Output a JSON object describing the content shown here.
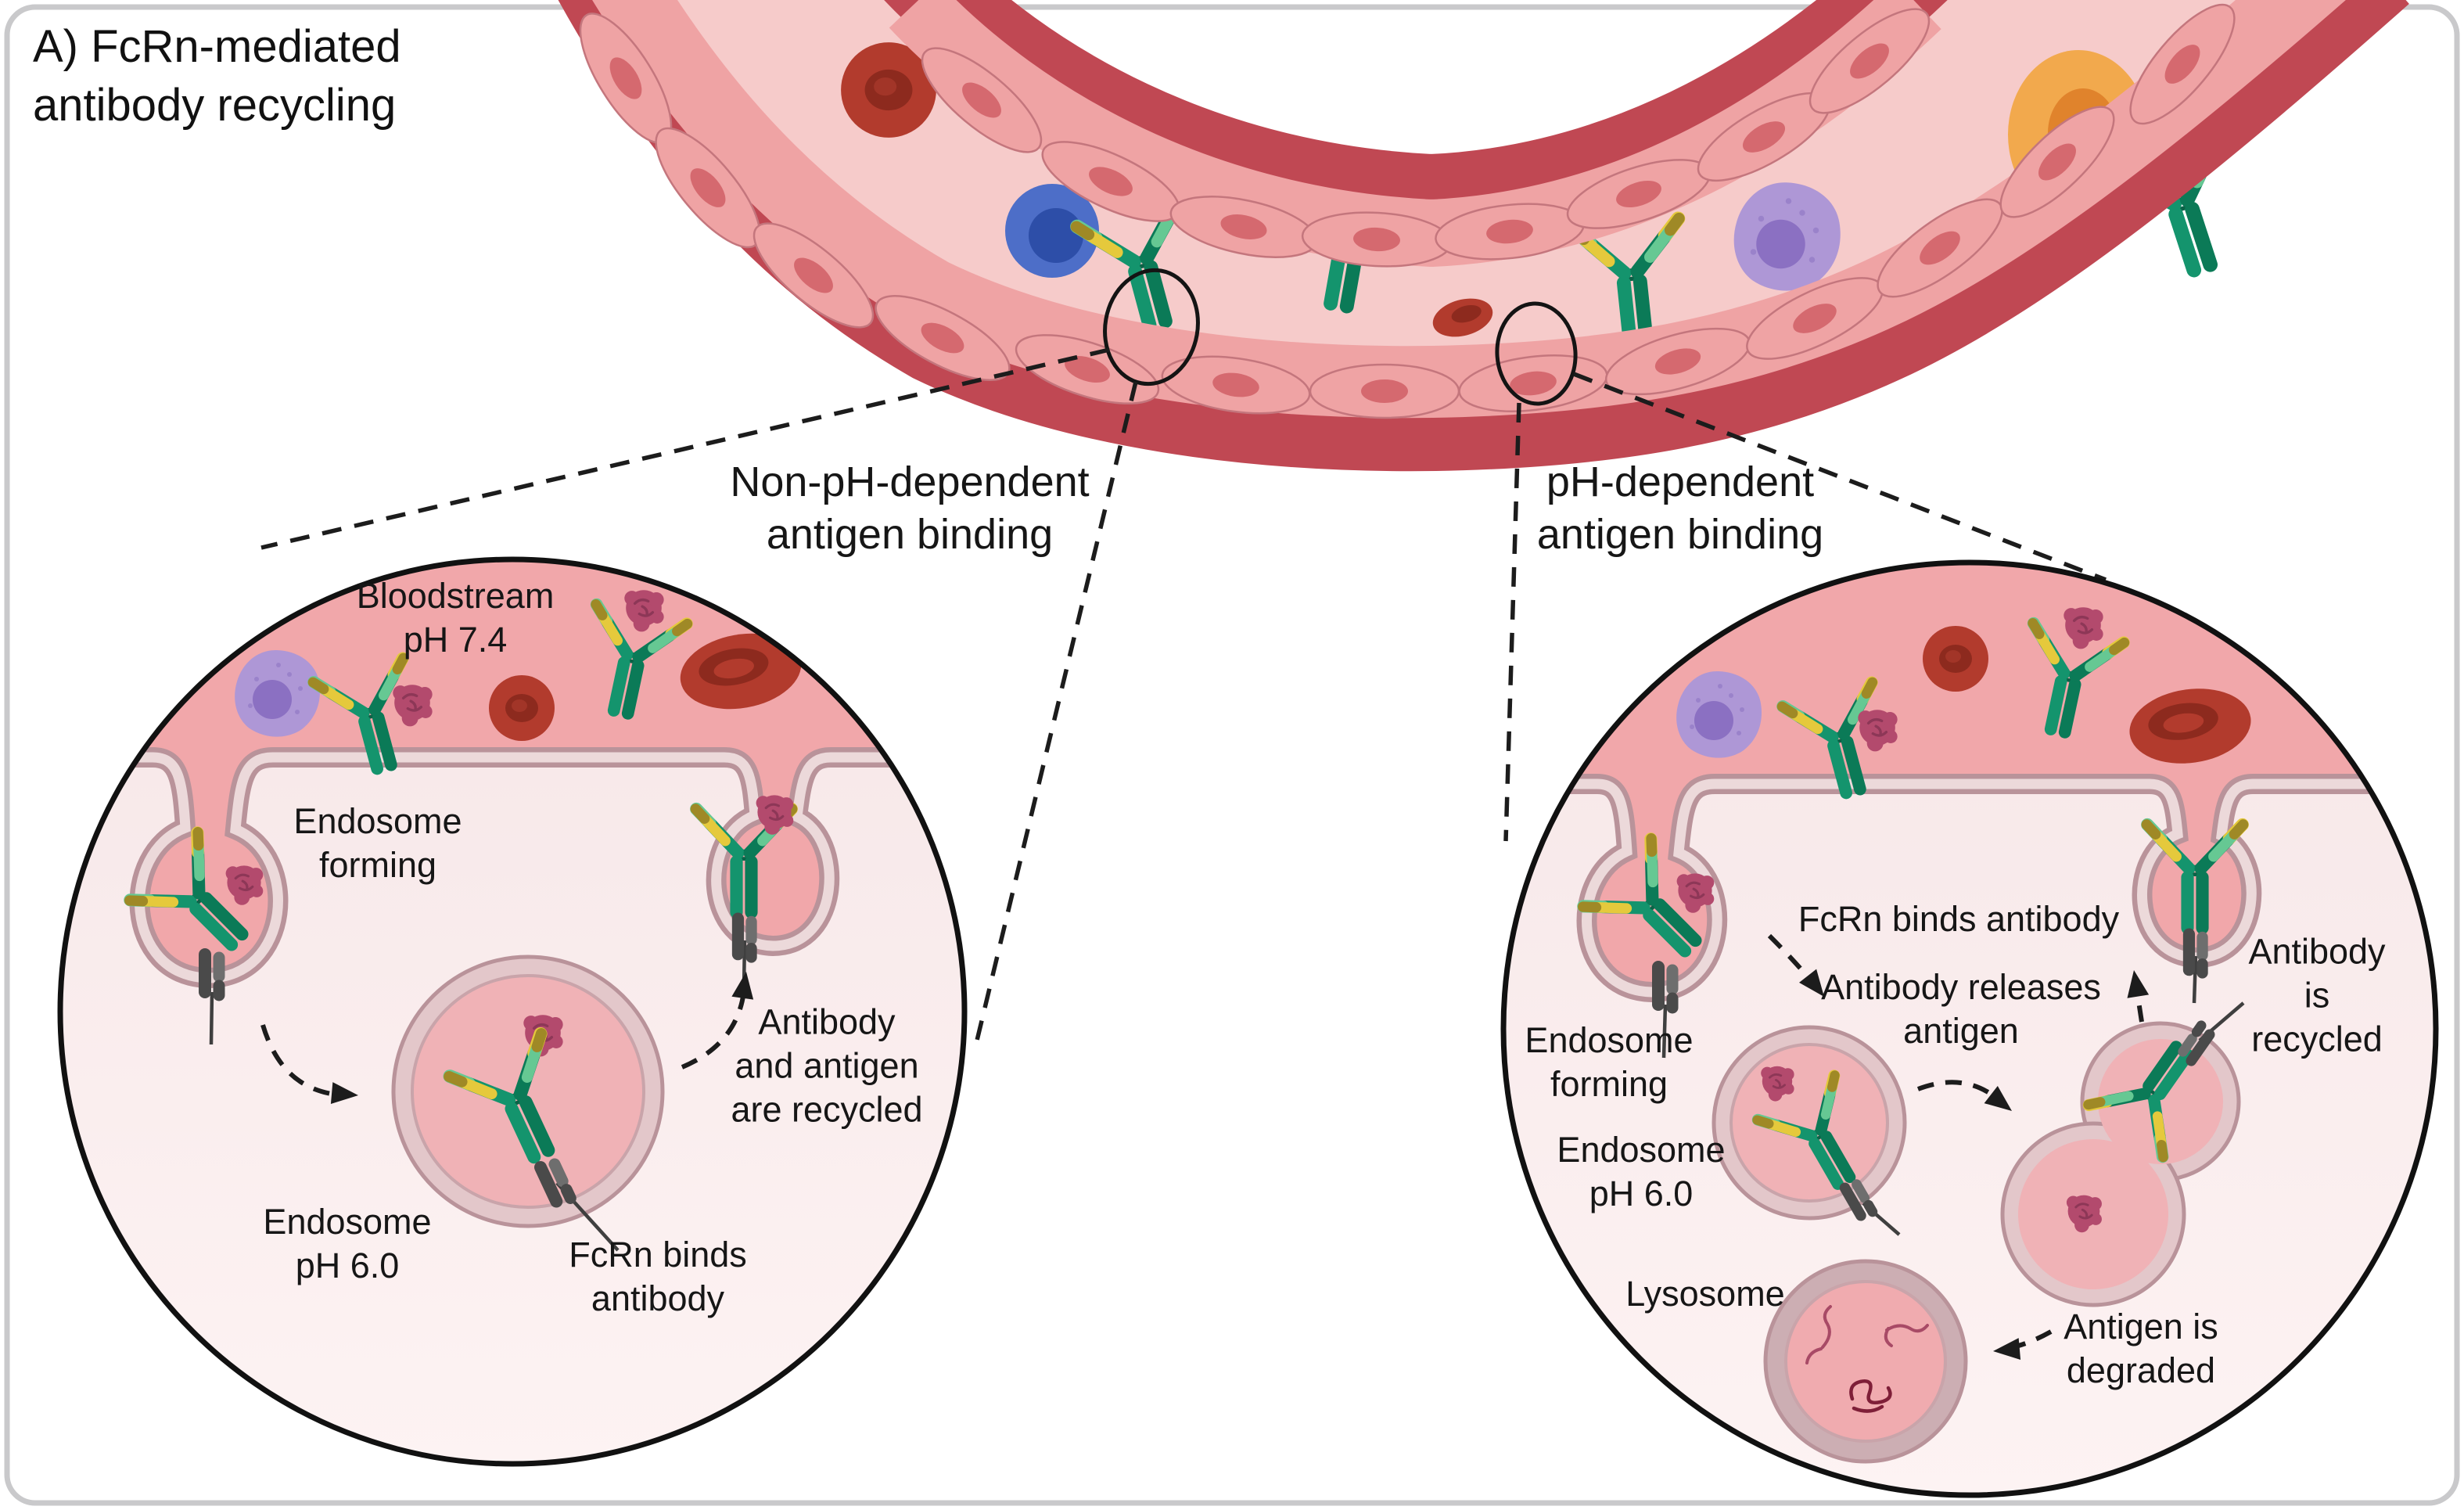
{
  "title": "A) FcRn-mediated\nantibody recycling",
  "panels": {
    "left": {
      "header": "Non-pH-dependent\nantigen binding",
      "labels": {
        "bloodstream": "Bloodstream\npH 7.4",
        "endosome_forming": "Endosome\nforming",
        "endosome_ph": "Endosome\npH 6.0",
        "fcrn_binds": "FcRn binds\nantibody",
        "recycled": "Antibody\nand antigen\nare recycled"
      }
    },
    "right": {
      "header": "pH-dependent\nantigen binding",
      "labels": {
        "fcrn_binds": "FcRn binds antibody",
        "releases": "Antibody releases\nantigen",
        "recycled": "Antibody is\nrecycled",
        "endosome_forming": "Endosome\nforming",
        "endosome_ph": "Endosome\npH 6.0",
        "lysosome": "Lysosome",
        "degraded": "Antigen is\ndegraded"
      }
    }
  },
  "icons": {
    "antibody": "antibody-icon",
    "antigen": "antigen-icon",
    "fcrn_receptor": "fcrn-receptor-icon",
    "red_blood_cell": "red-blood-cell-icon",
    "white_blood_cells": [
      "lymphocyte-icon",
      "monocyte-icon",
      "leukocyte-icon"
    ]
  },
  "colors": {
    "ink": "#1a1a1a",
    "blood": "#f1a7aa",
    "lumen": "#f6cbca",
    "wall": "#c04853",
    "endo_cell": "#efa3a4",
    "nucleus": "#d5696f",
    "membrane": "#b9939a",
    "membrane_fill": "#ecd9da",
    "vesicle_ring": "#e3c7ca",
    "vesicle_fill": "#f0b2b6",
    "ab_green": "#14946d",
    "ab_dark": "#0b7a57",
    "ab_light": "#66c893",
    "ab_yellow": "#e5c93c",
    "ab_olive": "#9f8926",
    "fcrn": "#4a4a4a",
    "fcrn_light": "#6e6e6e",
    "antigen": "#b34a6d",
    "antigen_dark": "#8d3757",
    "rbc": "#b23b2d",
    "rbc_dark": "#8d2a1e",
    "wbc_purple": "#ae97d6",
    "wbc_purple_dark": "#8b70c2",
    "wbc_blue": "#4d6ec8",
    "wbc_blue_dark": "#2d4ea8",
    "wbc_orange": "#f2a94d",
    "wbc_orange_dark": "#e0832c",
    "border": "#c9c9cb"
  }
}
